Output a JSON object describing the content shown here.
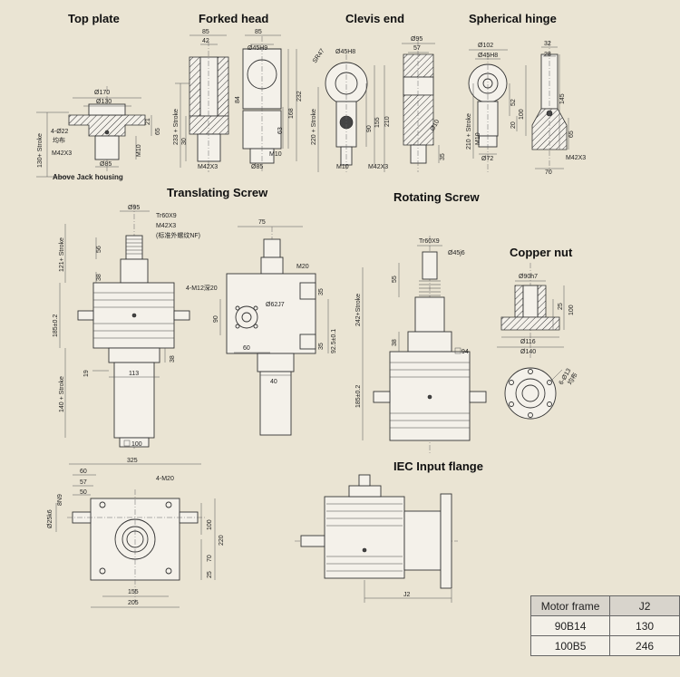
{
  "sections": {
    "top_plate": "Top plate",
    "forked_head": "Forked head",
    "clevis_end": "Clevis end",
    "spherical_hinge": "Spherical hinge",
    "translating_screw": "Translating Screw",
    "rotating_screw": "Rotating Screw",
    "copper_nut": "Copper nut",
    "iec_flange": "IEC Input flange"
  },
  "top_plate": {
    "d170": "Ø170",
    "d130": "Ø130",
    "holes": "4-Ø22",
    "even": "均布",
    "thread": "M42X3",
    "d85": "Ø85",
    "stroke": "130+ Stroke",
    "m10": "M10",
    "h21": "21",
    "h65": "65",
    "note": "Above Jack housing"
  },
  "forked_head": {
    "w85": "85",
    "w42": "42",
    "w85b": "85",
    "d45": "Ø45H9",
    "h84": "84",
    "h168": "168",
    "h232": "232",
    "h63": "63",
    "h30": "30",
    "stroke": "233 + Stroke",
    "thread": "M42X3",
    "m10": "M10",
    "d85": "Ø85"
  },
  "clevis_end": {
    "sr": "SR47",
    "d45": "Ø45H8",
    "d95": "Ø95",
    "w57": "57",
    "h90": "90",
    "h155": "155",
    "h210": "210",
    "d10": "Ø10",
    "stroke": "220 + Stroke",
    "m10": "M10",
    "thread": "M42X3",
    "h35": "35"
  },
  "spherical_hinge": {
    "d102": "Ø102",
    "d45": "Ø45H8",
    "w32": "32",
    "w28": "28",
    "h52": "52",
    "h20": "20",
    "h100": "100",
    "h145": "145",
    "h65": "65",
    "stroke": "210 + Stroke",
    "m10": "M10",
    "d72": "Ø72",
    "thread": "M42X3",
    "w70": "70"
  },
  "translating_screw": {
    "d95": "Ø95",
    "tr": "Tr60X9",
    "thread": "M42X3",
    "std_note": "(标准外螺纹NF)",
    "stroke121": "121+ Stroke",
    "h56": "56",
    "h38": "38",
    "h185": "185±0.2",
    "stroke140": "140 + Stroke",
    "w19": "19",
    "w113": "113",
    "h38b": "38",
    "sq100": "100"
  },
  "translating_side": {
    "w75": "75",
    "m20": "M20",
    "holes": "4-M12深20",
    "d62": "Ø62J7",
    "h35a": "35",
    "h90": "90",
    "w60": "60",
    "h35b": "35",
    "h92": "92.5±0.1",
    "w40": "40"
  },
  "rotating_screw": {
    "tr": "Tr60X9",
    "d45": "Ø45j6",
    "h55": "55",
    "stroke": "242+Stroke",
    "h38": "38",
    "sq94": "94",
    "h185": "185±0.2"
  },
  "copper_nut": {
    "d90": "Ø90h7",
    "h25": "25",
    "h100": "100",
    "d116": "Ø116",
    "d140": "Ø140",
    "holes": "6-Ø13",
    "even": "均布"
  },
  "bottom_view": {
    "w325": "325",
    "w60": "60",
    "w57": "57",
    "w50": "50",
    "key": "8N9",
    "d25": "Ø25k6",
    "holes": "4-M20",
    "h100": "100",
    "h220": "220",
    "h70": "70",
    "h25": "25",
    "w155": "155",
    "w205": "205"
  },
  "iec_flange": {
    "j2": "J2"
  },
  "motor_table": {
    "headers": [
      "Motor frame",
      "J2"
    ],
    "rows": [
      [
        "90B14",
        "130"
      ],
      [
        "100B5",
        "246"
      ]
    ]
  }
}
